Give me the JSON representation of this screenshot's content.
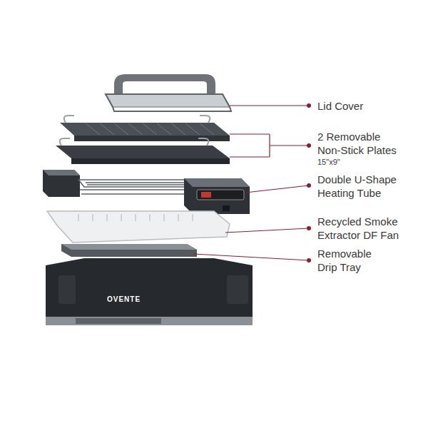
{
  "diagram": {
    "labels": [
      "Lid Cover",
      "2 Removable Non-Stick Plates",
      "15\"x9\"",
      "Double U-Shape Heating Tube",
      "Recycled Smoke Extractor DF Fan",
      "Removable Drip Tray",
      "OVENTE"
    ]
  }
}
